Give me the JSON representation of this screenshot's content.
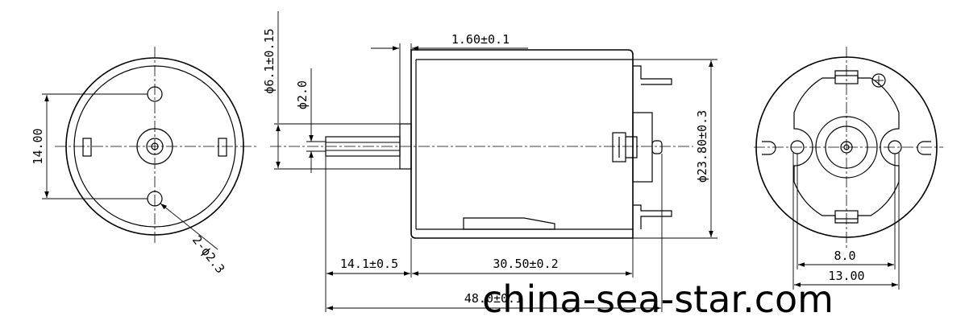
{
  "dimensions": {
    "front_height": "14.00",
    "holes": "2-ϕ2.3",
    "shaft_dia": "ϕ6.1±0.15",
    "shaft_tip": "ϕ2.0",
    "flange": "1.60±0.1",
    "body_dia": "ϕ23.80±0.3",
    "shaft_len": "14.1±0.5",
    "body_len": "30.50±0.2",
    "total_len": "48.0±0.1",
    "terminal_gap": "8.0",
    "rear_width": "13.00"
  },
  "watermark": "china-sea-star.com"
}
